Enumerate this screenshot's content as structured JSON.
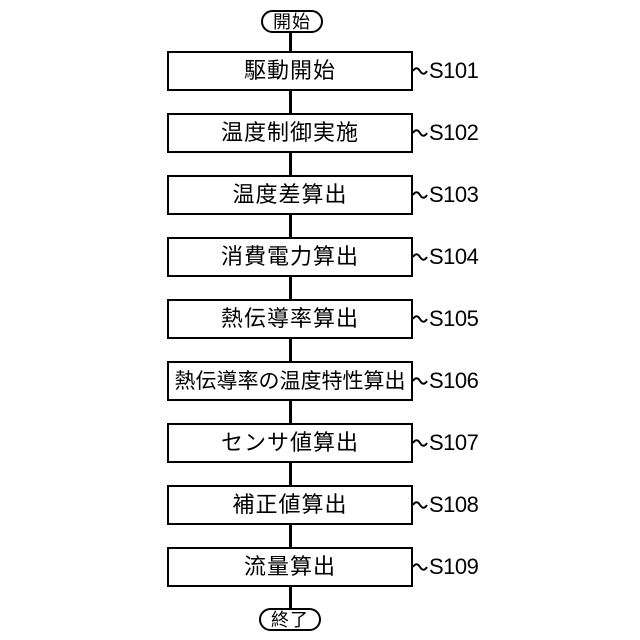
{
  "figure": {
    "type": "flowchart",
    "start_label": "開始",
    "end_label": "終了",
    "steps": [
      {
        "label": "駆動開始",
        "ref": "S101"
      },
      {
        "label": "温度制御実施",
        "ref": "S102"
      },
      {
        "label": "温度差算出",
        "ref": "S103"
      },
      {
        "label": "消費電力算出",
        "ref": "S104"
      },
      {
        "label": "熱伝導率算出",
        "ref": "S105"
      },
      {
        "label": "熱伝導率の温度特性算出",
        "ref": "S106"
      },
      {
        "label": "センサ値算出",
        "ref": "S107"
      },
      {
        "label": "補正値算出",
        "ref": "S108"
      },
      {
        "label": "流量算出",
        "ref": "S109"
      }
    ],
    "colors": {
      "line": "#000000",
      "background": "#ffffff"
    }
  }
}
